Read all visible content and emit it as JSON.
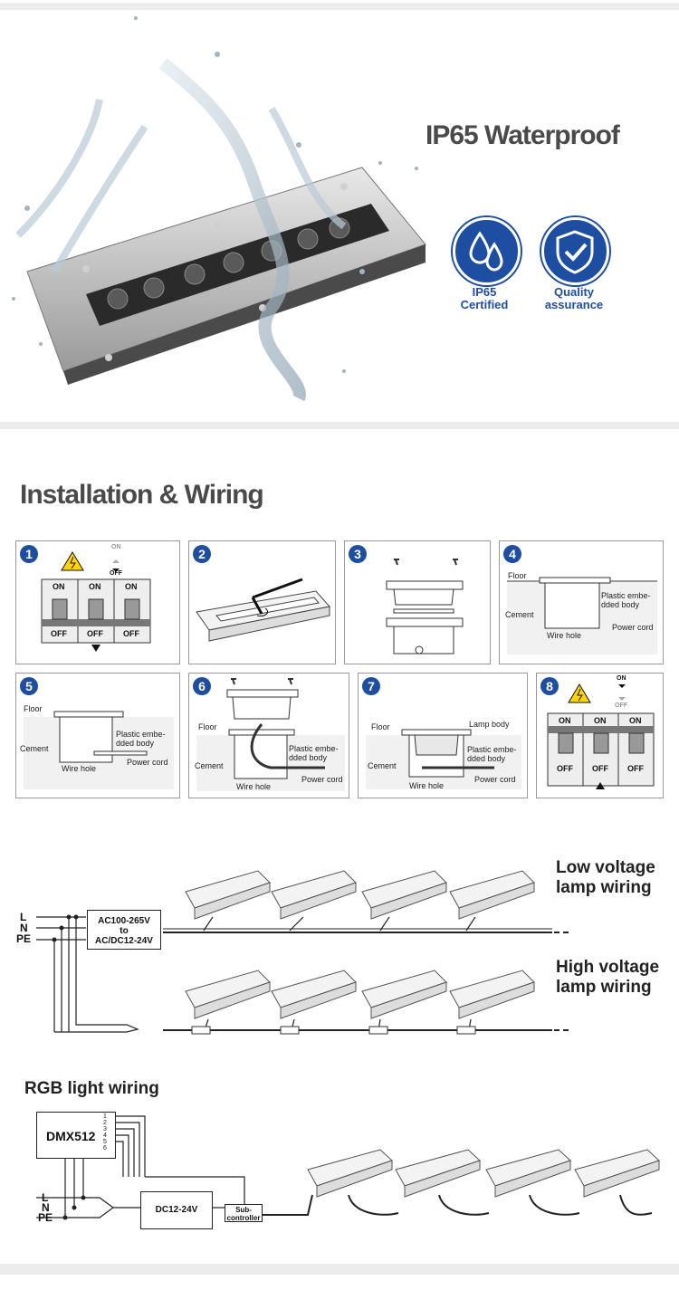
{
  "hero": {
    "title": "IP65 Waterproof",
    "badges": [
      {
        "icon": "water-drop-icon",
        "label1": "IP65",
        "label2": "Certified"
      },
      {
        "icon": "shield-check-icon",
        "label1": "Quality",
        "label2": "assurance"
      }
    ]
  },
  "install": {
    "title": "Installation & Wiring",
    "steps": [
      "1",
      "2",
      "3",
      "4",
      "5",
      "6",
      "7",
      "8"
    ],
    "switch": {
      "on": "ON",
      "off": "OFF"
    },
    "labels": {
      "floor": "Floor",
      "cement": "Cement",
      "plastic": "Plastic embe-",
      "plastic2": "dded body",
      "power_cord": "Power cord",
      "wire_hole": "Wire hole",
      "lamp_body": "Lamp body"
    }
  },
  "wiring": {
    "low": "Low voltage",
    "low2": "lamp wiring",
    "high": "High voltage",
    "high2": "lamp wiring",
    "l": "L",
    "n": "N",
    "pe": "PE",
    "converter1": "AC100-265V",
    "converter2": "to",
    "converter3": "AC/DC12-24V"
  },
  "rgb": {
    "title": "RGB light wiring",
    "dmx": "DMX512",
    "ports": [
      "1",
      "2",
      "3",
      "4",
      "5",
      "6"
    ],
    "dc": "DC12-24V",
    "sub1": "Sub-",
    "sub2": "controller"
  },
  "colors": {
    "accent": "#1e4ea1"
  }
}
